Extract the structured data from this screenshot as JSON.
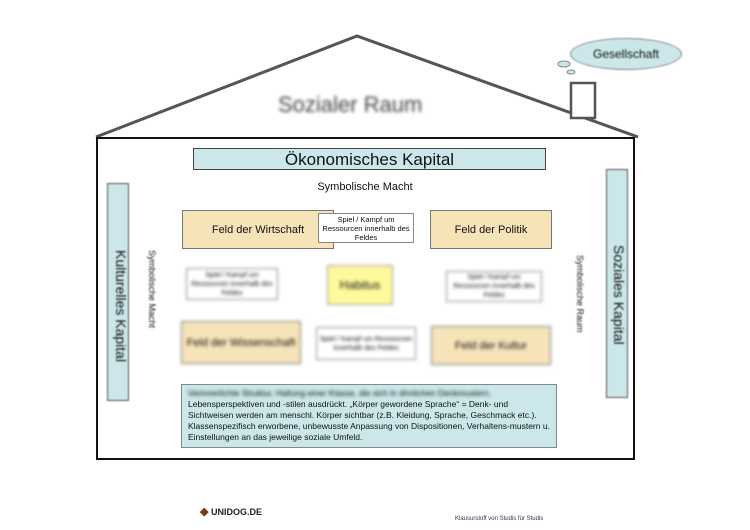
{
  "roof_title": "Sozialer Raum",
  "bubble_label": "Gesellschaft",
  "oekonomisches_kapital": "Ökonomisches Kapital",
  "symbolische_macht_top": "Symbolische Macht",
  "symbolische_macht_side": "Symbolische Macht",
  "symbolischer_raum_side": "Symbolische Raum",
  "kulturelles_kapital": "Kulturelles Kapital",
  "soziales_kapital": "Soziales Kapital",
  "feld_wirtschaft": "Feld der Wirtschaft",
  "feld_politik": "Feld der Politik",
  "feld_wissenschaft": "Feld der Wissenschaft",
  "feld_kultur": "Feld der Kultur",
  "habitus": "Habitus",
  "note_center_top": "Spiel / Kampf um Ressourcen innerhalb des Feldes",
  "note_left": "Spiel / Kampf um Ressourcen innerhalb des Feldes",
  "note_right": "Spiel / Kampf um Ressourcen innerhalb des Feldes",
  "note_center_bottom": "Spiel / Kampf um Ressourcen innerhalb des Feldes",
  "description_line1": "Verinnerlichte Struktur, Haltung einer Klasse, die sich in ähnlichen Denkmustern,",
  "description_rest": "Lebensperspektiven und -stilen ausdrückt. „Körper gewordene Sprache“ = Denk- und Sichtweisen werden am menschl. Körper sichtbar (z.B. Kleidung, Sprache, Geschmack etc.). Klassenspezifisch erworbene, unbewusste Anpassung von Dispositionen, Verhaltens-mustern u. Einstellungen an das jeweilige soziale Umfeld.",
  "logo_text": "UNIDOG.DE",
  "footer_text": "Klausurstoff von Studis für Studis"
}
